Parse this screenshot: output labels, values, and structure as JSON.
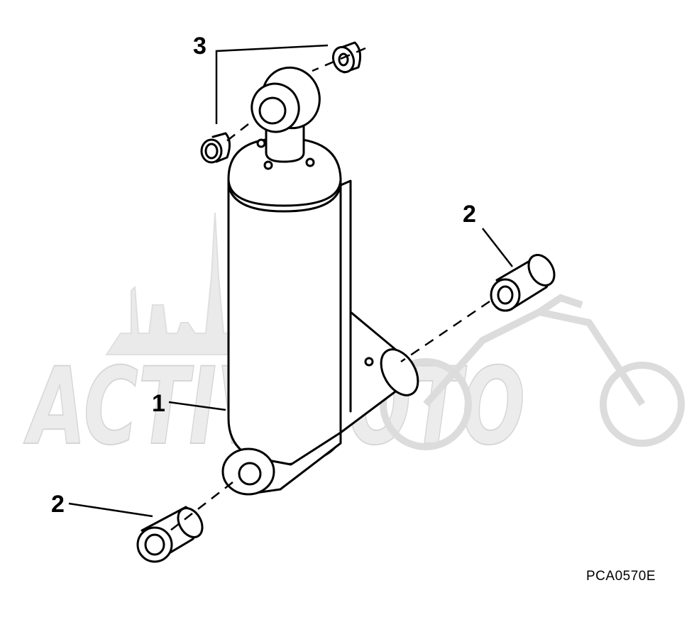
{
  "callouts": {
    "part1": "1",
    "part2_right": "2",
    "part2_left": "2",
    "part3": "3"
  },
  "drawing_code": "PCA0570E",
  "watermark_text": "ACTIVMOTO",
  "colors": {
    "line": "#000000",
    "watermark": "#e6e6e6",
    "background": "#ffffff"
  }
}
